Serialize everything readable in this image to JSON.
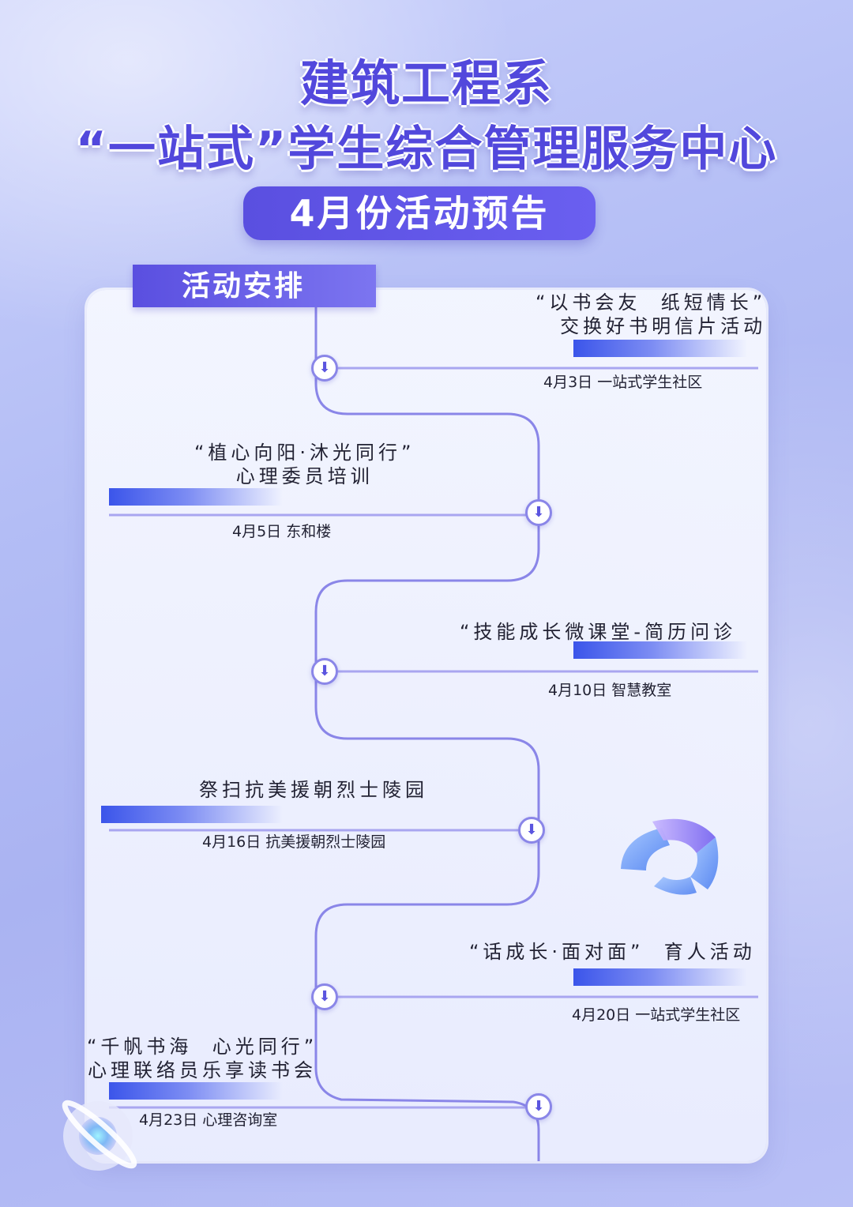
{
  "header": {
    "title_line1": "建筑工程系",
    "title_line2": "“一站式”学生综合管理服务中心",
    "subtitle": "4月份活动预告"
  },
  "section_tab": "活动安排",
  "events": [
    {
      "title": "“以书会友  纸短情长”\n交换好书明信片活动",
      "meta": "4月3日 一站式学生社区"
    },
    {
      "title": "“植心向阳·沐光同行”\n心理委员培训",
      "meta": "4月5日 东和楼"
    },
    {
      "title": "“技能成长微课堂-简历问诊",
      "meta": "4月10日 智慧教室"
    },
    {
      "title": "祭扫抗美援朝烈士陵园",
      "meta": "4月16日 抗美援朝烈士陵园"
    },
    {
      "title": "“话成长·面对面”  育人活动",
      "meta": "4月20日 一站式学生社区"
    },
    {
      "title": "“千帆书海  心光同行”\n心理联络员乐享读书会",
      "meta": "4月23日 心理咨询室"
    }
  ],
  "icons": {
    "node": "arrow-down-icon"
  },
  "colors": {
    "accent": "#5248dc",
    "path": "#8a86e8",
    "bar": "#3b55ea"
  }
}
